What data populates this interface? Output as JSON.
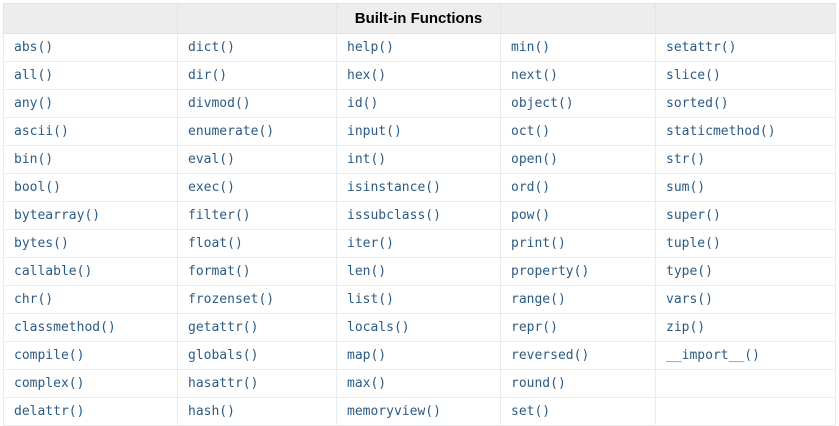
{
  "table": {
    "caption": "Built-in Functions",
    "header": {
      "cells": [
        "",
        "",
        "Built-in Functions",
        "",
        ""
      ],
      "title_column_index": 2,
      "background_color": "#ededed",
      "text_color": "#000000"
    },
    "link_color": "#2b5b84",
    "border_color": "#e1e4e5",
    "columns": 5,
    "row_count": 14,
    "rows": [
      [
        "abs()",
        "dict()",
        "help()",
        "min()",
        "setattr()"
      ],
      [
        "all()",
        "dir()",
        "hex()",
        "next()",
        "slice()"
      ],
      [
        "any()",
        "divmod()",
        "id()",
        "object()",
        "sorted()"
      ],
      [
        "ascii()",
        "enumerate()",
        "input()",
        "oct()",
        "staticmethod()"
      ],
      [
        "bin()",
        "eval()",
        "int()",
        "open()",
        "str()"
      ],
      [
        "bool()",
        "exec()",
        "isinstance()",
        "ord()",
        "sum()"
      ],
      [
        "bytearray()",
        "filter()",
        "issubclass()",
        "pow()",
        "super()"
      ],
      [
        "bytes()",
        "float()",
        "iter()",
        "print()",
        "tuple()"
      ],
      [
        "callable()",
        "format()",
        "len()",
        "property()",
        "type()"
      ],
      [
        "chr()",
        "frozenset()",
        "list()",
        "range()",
        "vars()"
      ],
      [
        "classmethod()",
        "getattr()",
        "locals()",
        "repr()",
        "zip()"
      ],
      [
        "compile()",
        "globals()",
        "map()",
        "reversed()",
        "__import__()"
      ],
      [
        "complex()",
        "hasattr()",
        "max()",
        "round()",
        ""
      ],
      [
        "delattr()",
        "hash()",
        "memoryview()",
        "set()",
        ""
      ]
    ]
  }
}
